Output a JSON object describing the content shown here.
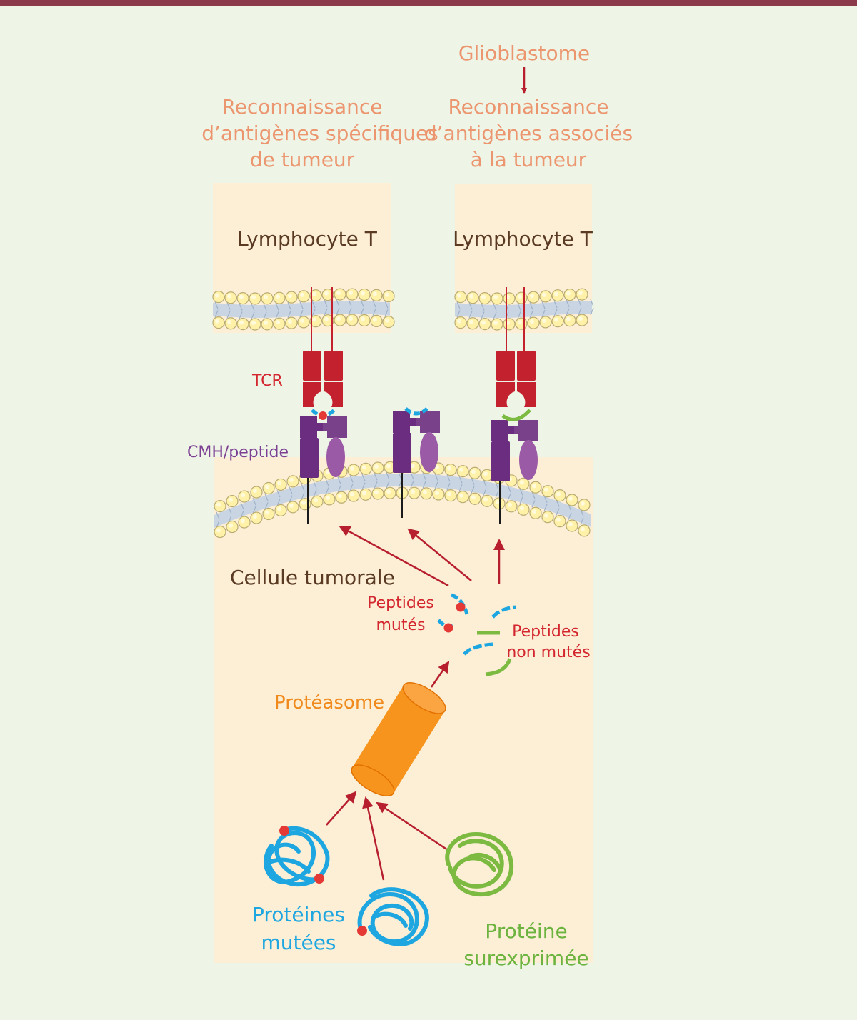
{
  "diagram": {
    "top_label": "Glioblastome",
    "left_header": [
      "Reconnaissance",
      "d’antigènes spécifiques",
      "de tumeur"
    ],
    "right_header": [
      "Reconnaissance",
      "d’antigènes associés",
      "à la tumeur"
    ],
    "lymphocyte_left": "Lymphocyte T",
    "lymphocyte_right": "Lymphocyte T",
    "tcr_label": "TCR",
    "mhc_label": "CMH/peptide",
    "cell_label": "Cellule tumorale",
    "mutated_peptides": [
      "Peptides",
      "mutés"
    ],
    "nonmutated_peptides": [
      "Peptides",
      "non mutés"
    ],
    "proteasome_label": "Protéasome",
    "mutated_proteins": [
      "Protéines",
      "mutées"
    ],
    "overexpressed_protein": [
      "Protéine",
      "surexprimée"
    ]
  },
  "colors": {
    "background": "#eef5e7",
    "panel": "#fcefd6",
    "top_bar": "#8b3a4c",
    "tcr_red": "#c4212f",
    "mhc_purple": "#6a2d80",
    "mhc_light": "#9b5aa5",
    "mutated_blue": "#1ea6e0",
    "normal_green": "#7cba42",
    "proteasome_orange": "#f7941d",
    "arrow_red": "#b71f2e"
  }
}
